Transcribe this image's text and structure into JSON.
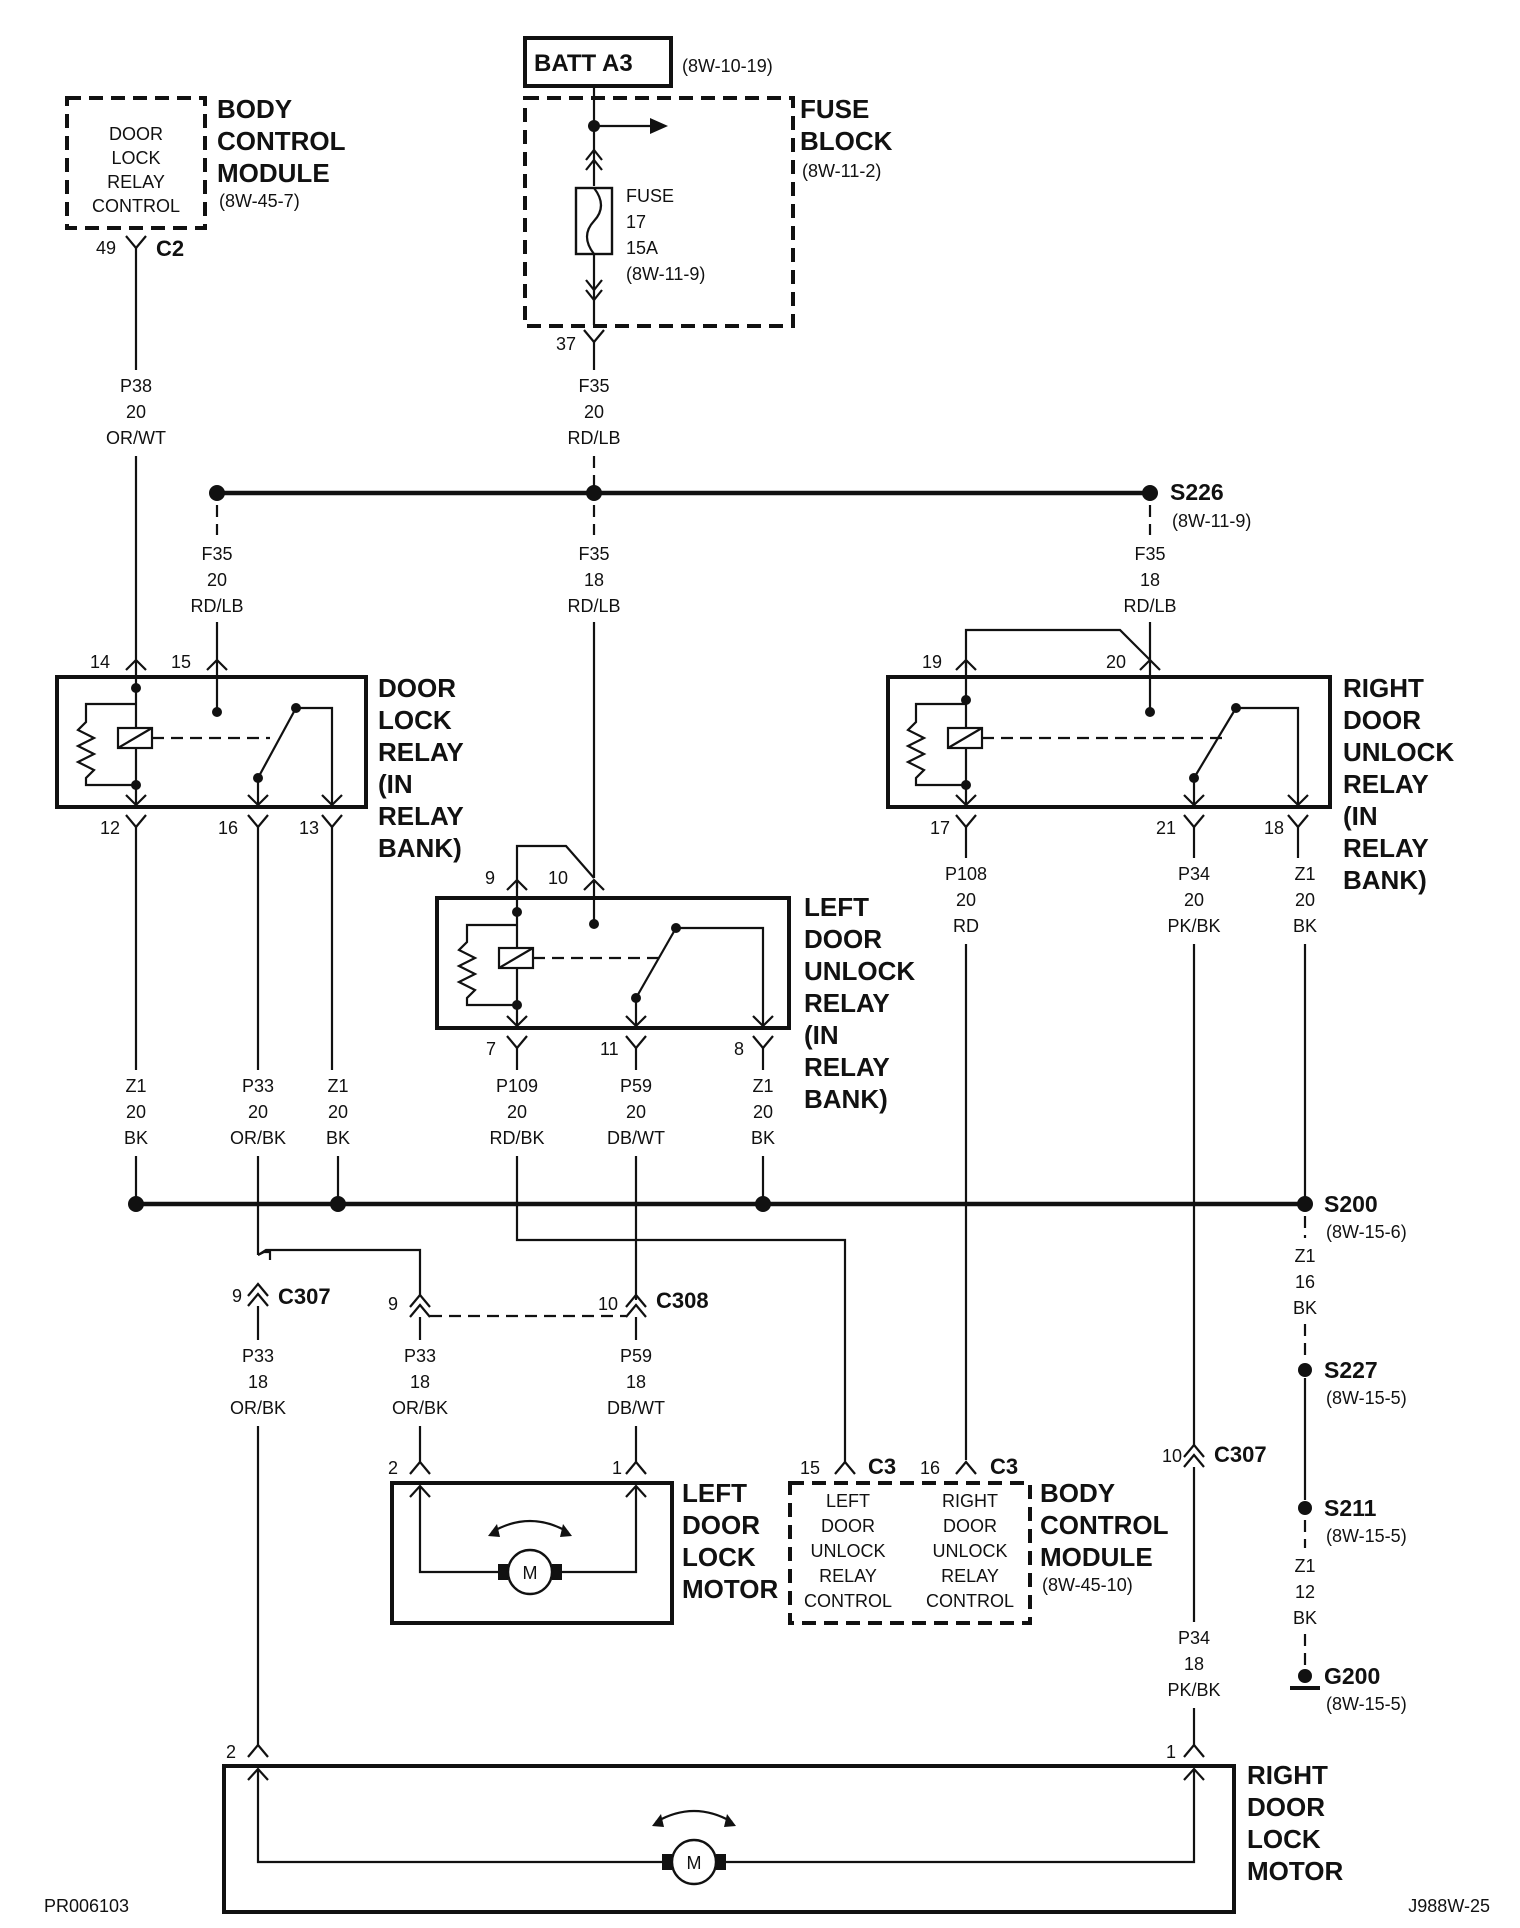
{
  "battery": {
    "label": "BATT A3",
    "ref": "(8W-10-19)"
  },
  "fuse_block": {
    "title_1": "FUSE",
    "title_2": "BLOCK",
    "ref": "(8W-11-2)",
    "fuse_1": "FUSE",
    "fuse_2": "17",
    "fuse_3": "15A",
    "fuse_4": "(8W-11-9)",
    "pin": "37"
  },
  "bcm_top": {
    "title_1": "BODY",
    "title_2": "CONTROL",
    "title_3": "MODULE",
    "ref": "(8W-45-7)",
    "inner_1": "DOOR",
    "inner_2": "LOCK",
    "inner_3": "RELAY",
    "inner_4": "CONTROL",
    "pin": "49",
    "connector": "C2"
  },
  "bcm_bottom": {
    "title_1": "BODY",
    "title_2": "CONTROL",
    "title_3": "MODULE",
    "ref": "(8W-45-10)",
    "left_1": "LEFT",
    "left_2": "DOOR",
    "left_3": "UNLOCK",
    "left_4": "RELAY",
    "left_5": "CONTROL",
    "right_1": "RIGHT",
    "right_2": "DOOR",
    "right_3": "UNLOCK",
    "right_4": "RELAY",
    "right_5": "CONTROL",
    "pin_left": "15",
    "pin_right": "16",
    "connector": "C3"
  },
  "door_lock_relay": {
    "title_1": "DOOR",
    "title_2": "LOCK",
    "title_3": "RELAY",
    "title_4": "(IN",
    "title_5": "RELAY",
    "title_6": "BANK)",
    "pin_14": "14",
    "pin_15": "15",
    "pin_12": "12",
    "pin_16": "16",
    "pin_13": "13"
  },
  "left_unlock_relay": {
    "title_1": "LEFT",
    "title_2": "DOOR",
    "title_3": "UNLOCK",
    "title_4": "RELAY",
    "title_5": "(IN",
    "title_6": "RELAY",
    "title_7": "BANK)",
    "pin_9": "9",
    "pin_10": "10",
    "pin_7": "7",
    "pin_11": "11",
    "pin_8": "8"
  },
  "right_unlock_relay": {
    "title_1": "RIGHT",
    "title_2": "DOOR",
    "title_3": "UNLOCK",
    "title_4": "RELAY",
    "title_5": "(IN",
    "title_6": "RELAY",
    "title_7": "BANK)",
    "pin_19": "19",
    "pin_20": "20",
    "pin_17": "17",
    "pin_21": "21",
    "pin_18": "18"
  },
  "left_motor": {
    "title_1": "LEFT",
    "title_2": "DOOR",
    "title_3": "LOCK",
    "title_4": "MOTOR",
    "pin_2": "2",
    "pin_1": "1",
    "motor": "M"
  },
  "right_motor": {
    "title_1": "RIGHT",
    "title_2": "DOOR",
    "title_3": "LOCK",
    "title_4": "MOTOR",
    "pin_2": "2",
    "pin_1": "1",
    "motor": "M"
  },
  "splices": {
    "s226": "S226",
    "s226_ref": "(8W-11-9)",
    "s200": "S200",
    "s200_ref": "(8W-15-6)",
    "s227": "S227",
    "s227_ref": "(8W-15-5)",
    "s211": "S211",
    "s211_ref": "(8W-15-5)",
    "g200": "G200",
    "g200_ref": "(8W-15-5)"
  },
  "connectors": {
    "c307_left": "C307",
    "c307_left_pin": "9",
    "c308": "C308",
    "c308_pin_left": "9",
    "c308_pin_right": "10",
    "c307_right": "C307",
    "c307_right_pin": "10"
  },
  "wires": {
    "p38": [
      "P38",
      "20",
      "OR/WT"
    ],
    "f35_main": [
      "F35",
      "20",
      "RD/LB"
    ],
    "f35_left": [
      "F35",
      "20",
      "RD/LB"
    ],
    "f35_center": [
      "F35",
      "18",
      "RD/LB"
    ],
    "f35_right": [
      "F35",
      "18",
      "RD/LB"
    ],
    "p108": [
      "P108",
      "20",
      "RD"
    ],
    "p34_top": [
      "P34",
      "20",
      "PK/BK"
    ],
    "z1_rr": [
      "Z1",
      "20",
      "BK"
    ],
    "z1_a": [
      "Z1",
      "20",
      "BK"
    ],
    "p33_top": [
      "P33",
      "20",
      "OR/BK"
    ],
    "z1_b": [
      "Z1",
      "20",
      "BK"
    ],
    "p109": [
      "P109",
      "20",
      "RD/BK"
    ],
    "p59_top": [
      "P59",
      "20",
      "DB/WT"
    ],
    "z1_c": [
      "Z1",
      "20",
      "BK"
    ],
    "z1_16": [
      "Z1",
      "16",
      "BK"
    ],
    "p33_rm": [
      "P33",
      "18",
      "OR/BK"
    ],
    "p33_lm": [
      "P33",
      "18",
      "OR/BK"
    ],
    "p59_lm": [
      "P59",
      "18",
      "DB/WT"
    ],
    "z1_12": [
      "Z1",
      "12",
      "BK"
    ],
    "p34_bot": [
      "P34",
      "18",
      "PK/BK"
    ]
  },
  "footer": {
    "left": "PR006103",
    "right": "J988W-25"
  }
}
